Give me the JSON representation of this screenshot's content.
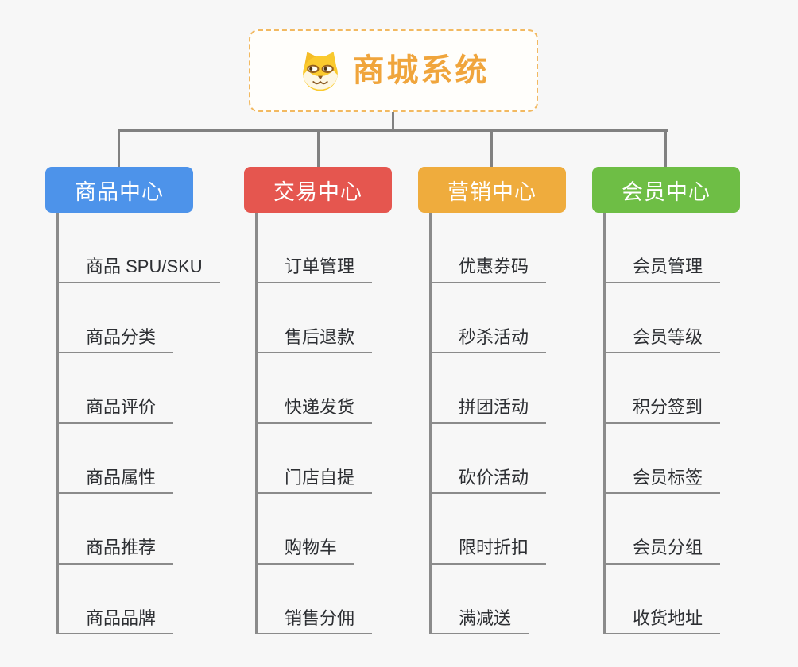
{
  "canvas": {
    "background": "#f7f7f7",
    "connector_color": "#818181",
    "list_line_color": "#8b8b8b"
  },
  "root": {
    "title": "商城系统",
    "icon": "shiba-dog-icon",
    "text_color": "#f0a53c",
    "border_color": "#f2b961",
    "background": "#fffefb"
  },
  "branches": [
    {
      "label": "商品中心",
      "color": "#4d93ea",
      "items": [
        "商品 SPU/SKU",
        "商品分类",
        "商品评价",
        "商品属性",
        "商品推荐",
        "商品品牌"
      ]
    },
    {
      "label": "交易中心",
      "color": "#e5564f",
      "items": [
        "订单管理",
        "售后退款",
        "快递发货",
        "门店自提",
        "购物车",
        "销售分佣"
      ]
    },
    {
      "label": "营销中心",
      "color": "#efac3d",
      "items": [
        "优惠券码",
        "秒杀活动",
        "拼团活动",
        "砍价活动",
        "限时折扣",
        "满减送"
      ]
    },
    {
      "label": "会员中心",
      "color": "#6ebe45",
      "items": [
        "会员管理",
        "会员等级",
        "积分签到",
        "会员标签",
        "会员分组",
        "收货地址"
      ]
    }
  ],
  "item_text_color": "#2d2f33"
}
